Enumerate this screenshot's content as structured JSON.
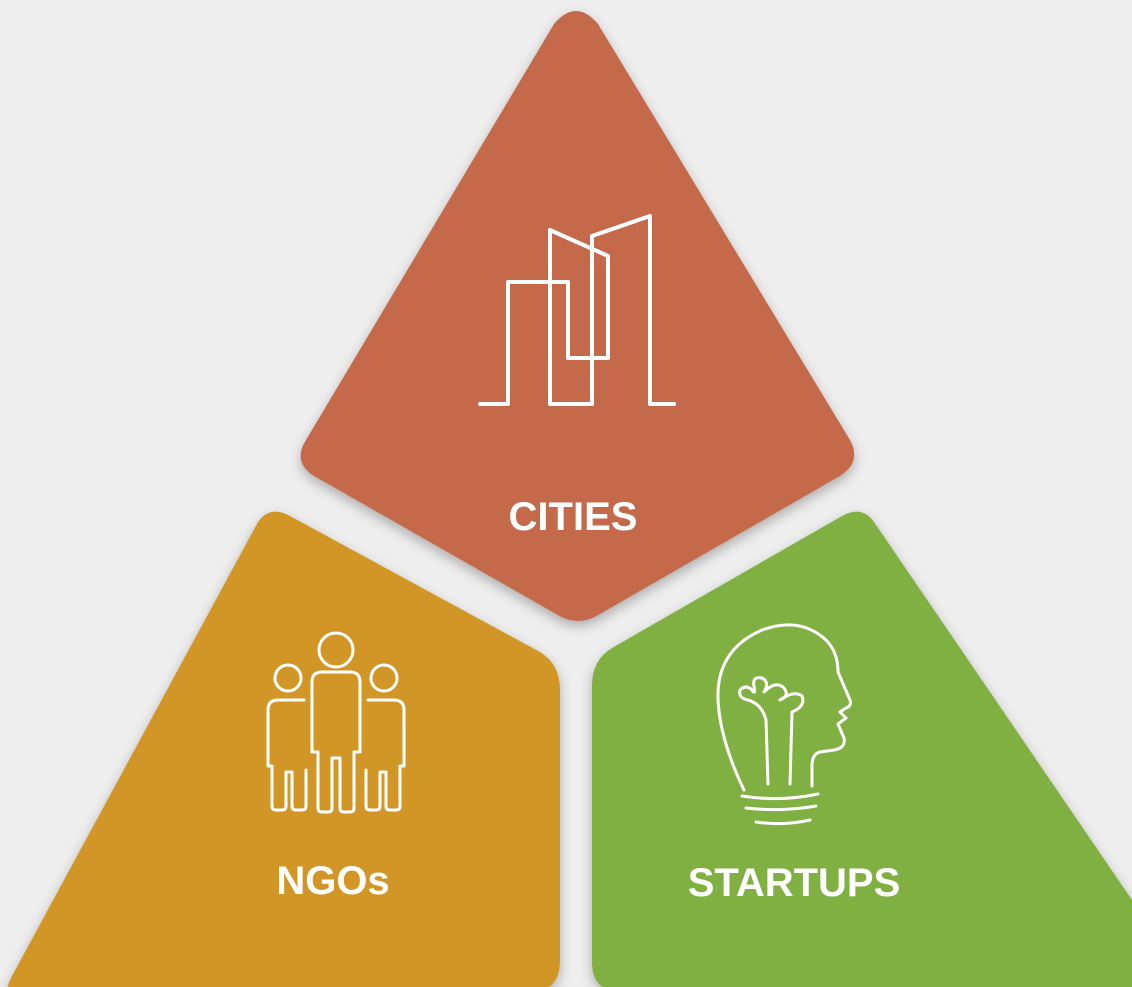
{
  "segments": {
    "cities": {
      "label": "CITIES",
      "color": "#c46b4c",
      "icon": "city-buildings-icon"
    },
    "ngos": {
      "label": "NGOs",
      "color": "#d19626",
      "icon": "people-group-icon"
    },
    "startups": {
      "label": "STARTUPS",
      "color": "#80b042",
      "icon": "lightbulb-head-icon"
    }
  }
}
